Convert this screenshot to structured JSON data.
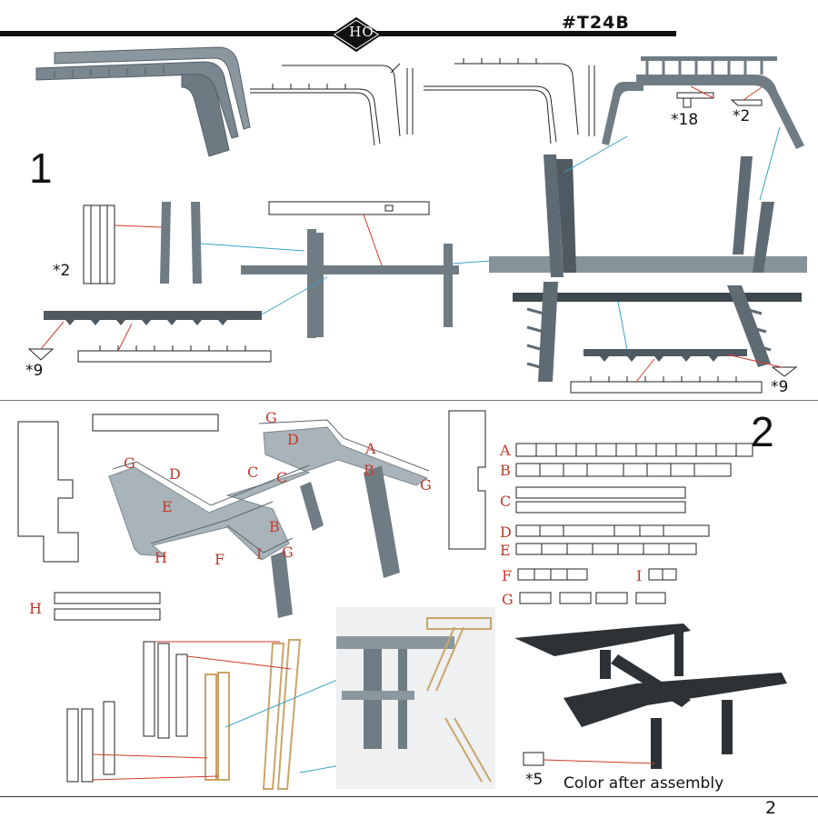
{
  "header": {
    "logo_text": "HO",
    "model_code": "#T24B"
  },
  "step1": {
    "number": "1",
    "qty_18": "*18",
    "qty_2_top": "*2",
    "qty_2_left": "*2",
    "qty_9_left": "*9",
    "qty_9_right": "*9"
  },
  "step2": {
    "number": "2",
    "labels": [
      "A",
      "B",
      "C",
      "D",
      "E",
      "F",
      "I",
      "G",
      "H"
    ],
    "photo_labels": [
      "G",
      "D",
      "A",
      "B",
      "G",
      "G",
      "D",
      "C",
      "C",
      "E",
      "B",
      "H",
      "F",
      "I",
      "G"
    ]
  },
  "footer": {
    "qty_5": "*5",
    "note": "Color after assembly",
    "page": "2"
  },
  "colors": {
    "plastic_grey": "#6f7c84",
    "label_red": "#c0392b",
    "leader_red": "#d23a2a",
    "leader_blue": "#3aa0c8",
    "assembled_dark": "#2d3236",
    "etched_brass": "#c9a56a"
  }
}
